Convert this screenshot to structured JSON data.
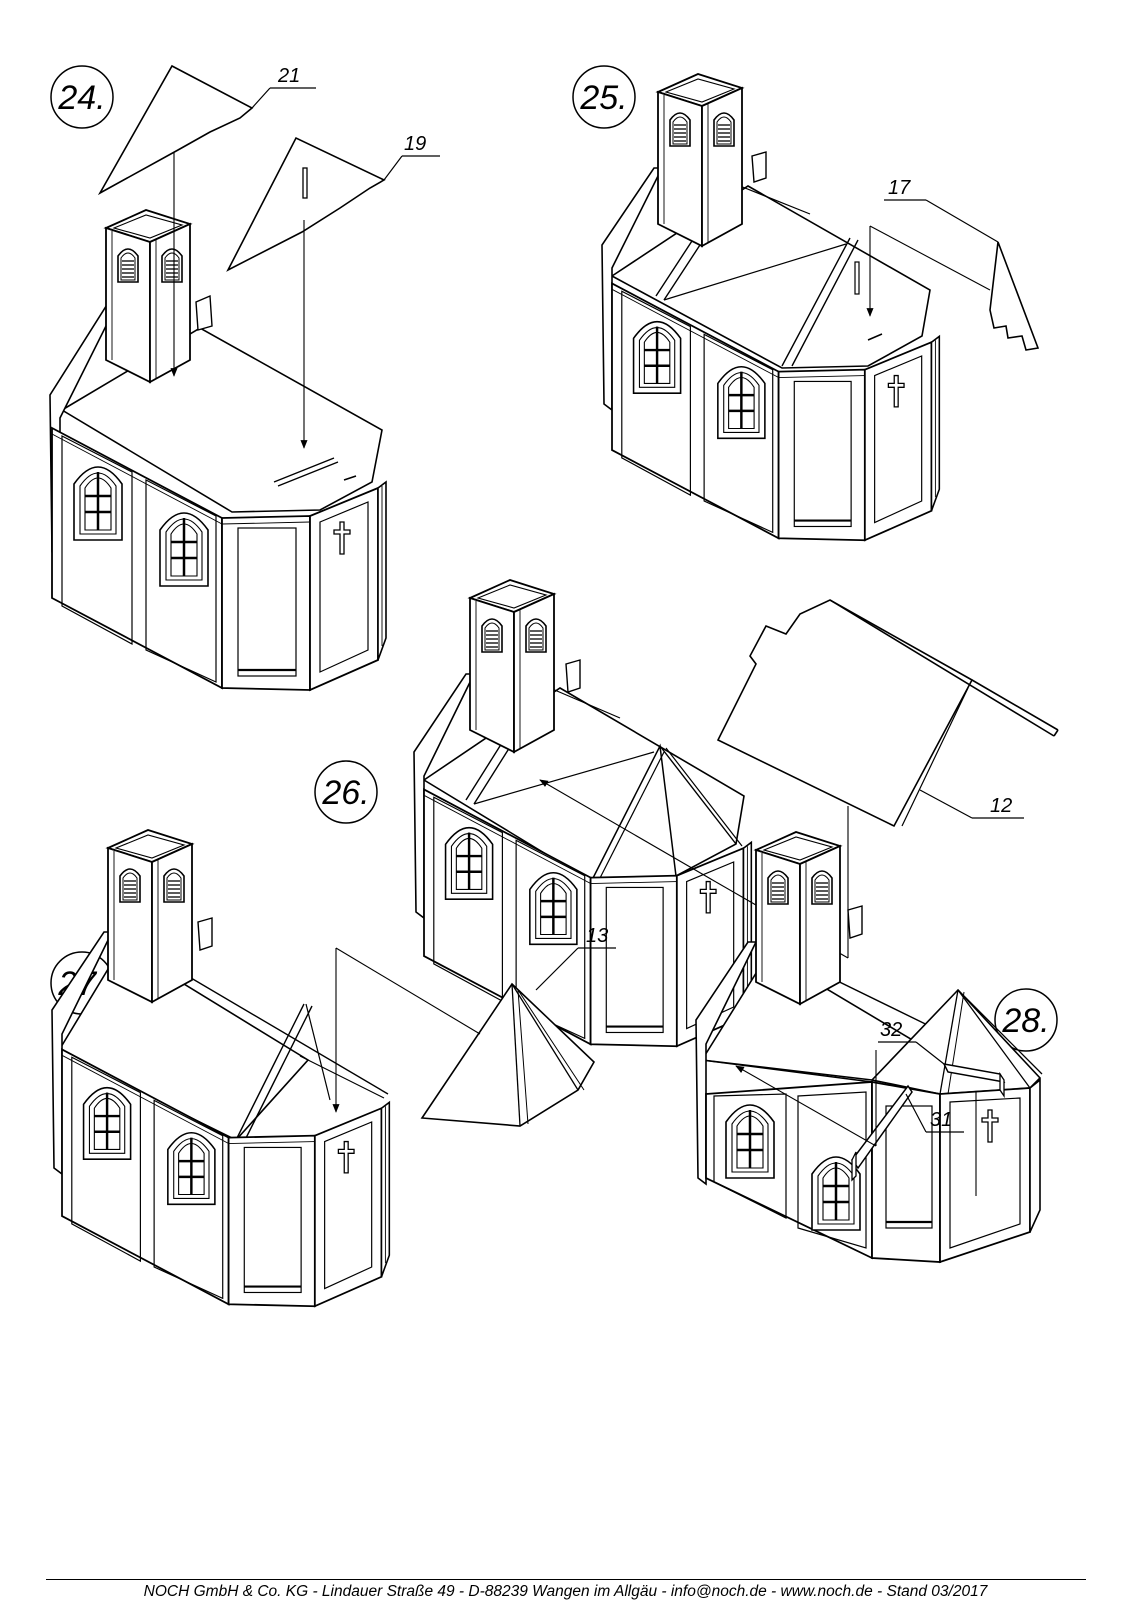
{
  "steps": [
    {
      "label": "24.",
      "parts": [
        "21",
        "19"
      ]
    },
    {
      "label": "25.",
      "parts": [
        "17"
      ]
    },
    {
      "label": "26.",
      "parts": [
        "12"
      ]
    },
    {
      "label": "27.",
      "parts": [
        "13"
      ]
    },
    {
      "label": "28.",
      "parts": [
        "32",
        "31"
      ]
    }
  ],
  "footer": "NOCH GmbH & Co. KG - Lindauer Straße 49 - D-88239 Wangen im Allgäu - info@noch.de - www.noch.de - Stand 03/2017",
  "colors": {
    "line": "#000000",
    "background": "#ffffff"
  },
  "icons": [
    "arched-window-icon",
    "louvered-window-icon",
    "cross-icon",
    "assembly-arrow-icon"
  ]
}
